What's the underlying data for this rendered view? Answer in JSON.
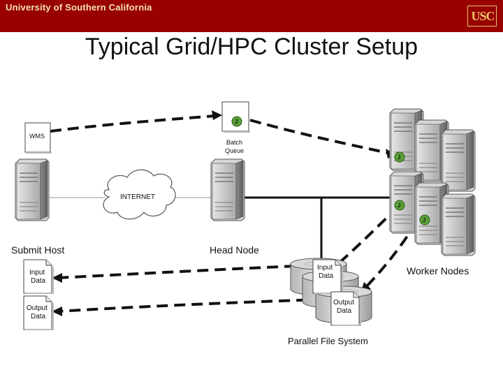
{
  "header": {
    "university": "University of Southern California",
    "logo_text": "USC",
    "accent_color": "#990000",
    "logo_color": "#e9c46a"
  },
  "slide": {
    "title": "Typical Grid/HPC Cluster Setup"
  },
  "diagram": {
    "wms_label": "WMS",
    "batch_queue_label": "Batch\nQueue",
    "batch_queue_line1": "Batch",
    "batch_queue_line2": "Queue",
    "internet_label": "INTERNET",
    "submit_host_label": "Submit Host",
    "head_node_label": "Head Node",
    "worker_nodes_label": "Worker Nodes",
    "parallel_fs_label": "Parallel File System",
    "job_badge": "J",
    "input_data_line1": "Input",
    "input_data_line2": "Data",
    "output_data_line1": "Output",
    "output_data_line2": "Data"
  },
  "colors": {
    "server_dark": "#666666",
    "server_light": "#cfcfcf",
    "job_badge_fill": "#5a9e37",
    "arrow": "#111111"
  }
}
